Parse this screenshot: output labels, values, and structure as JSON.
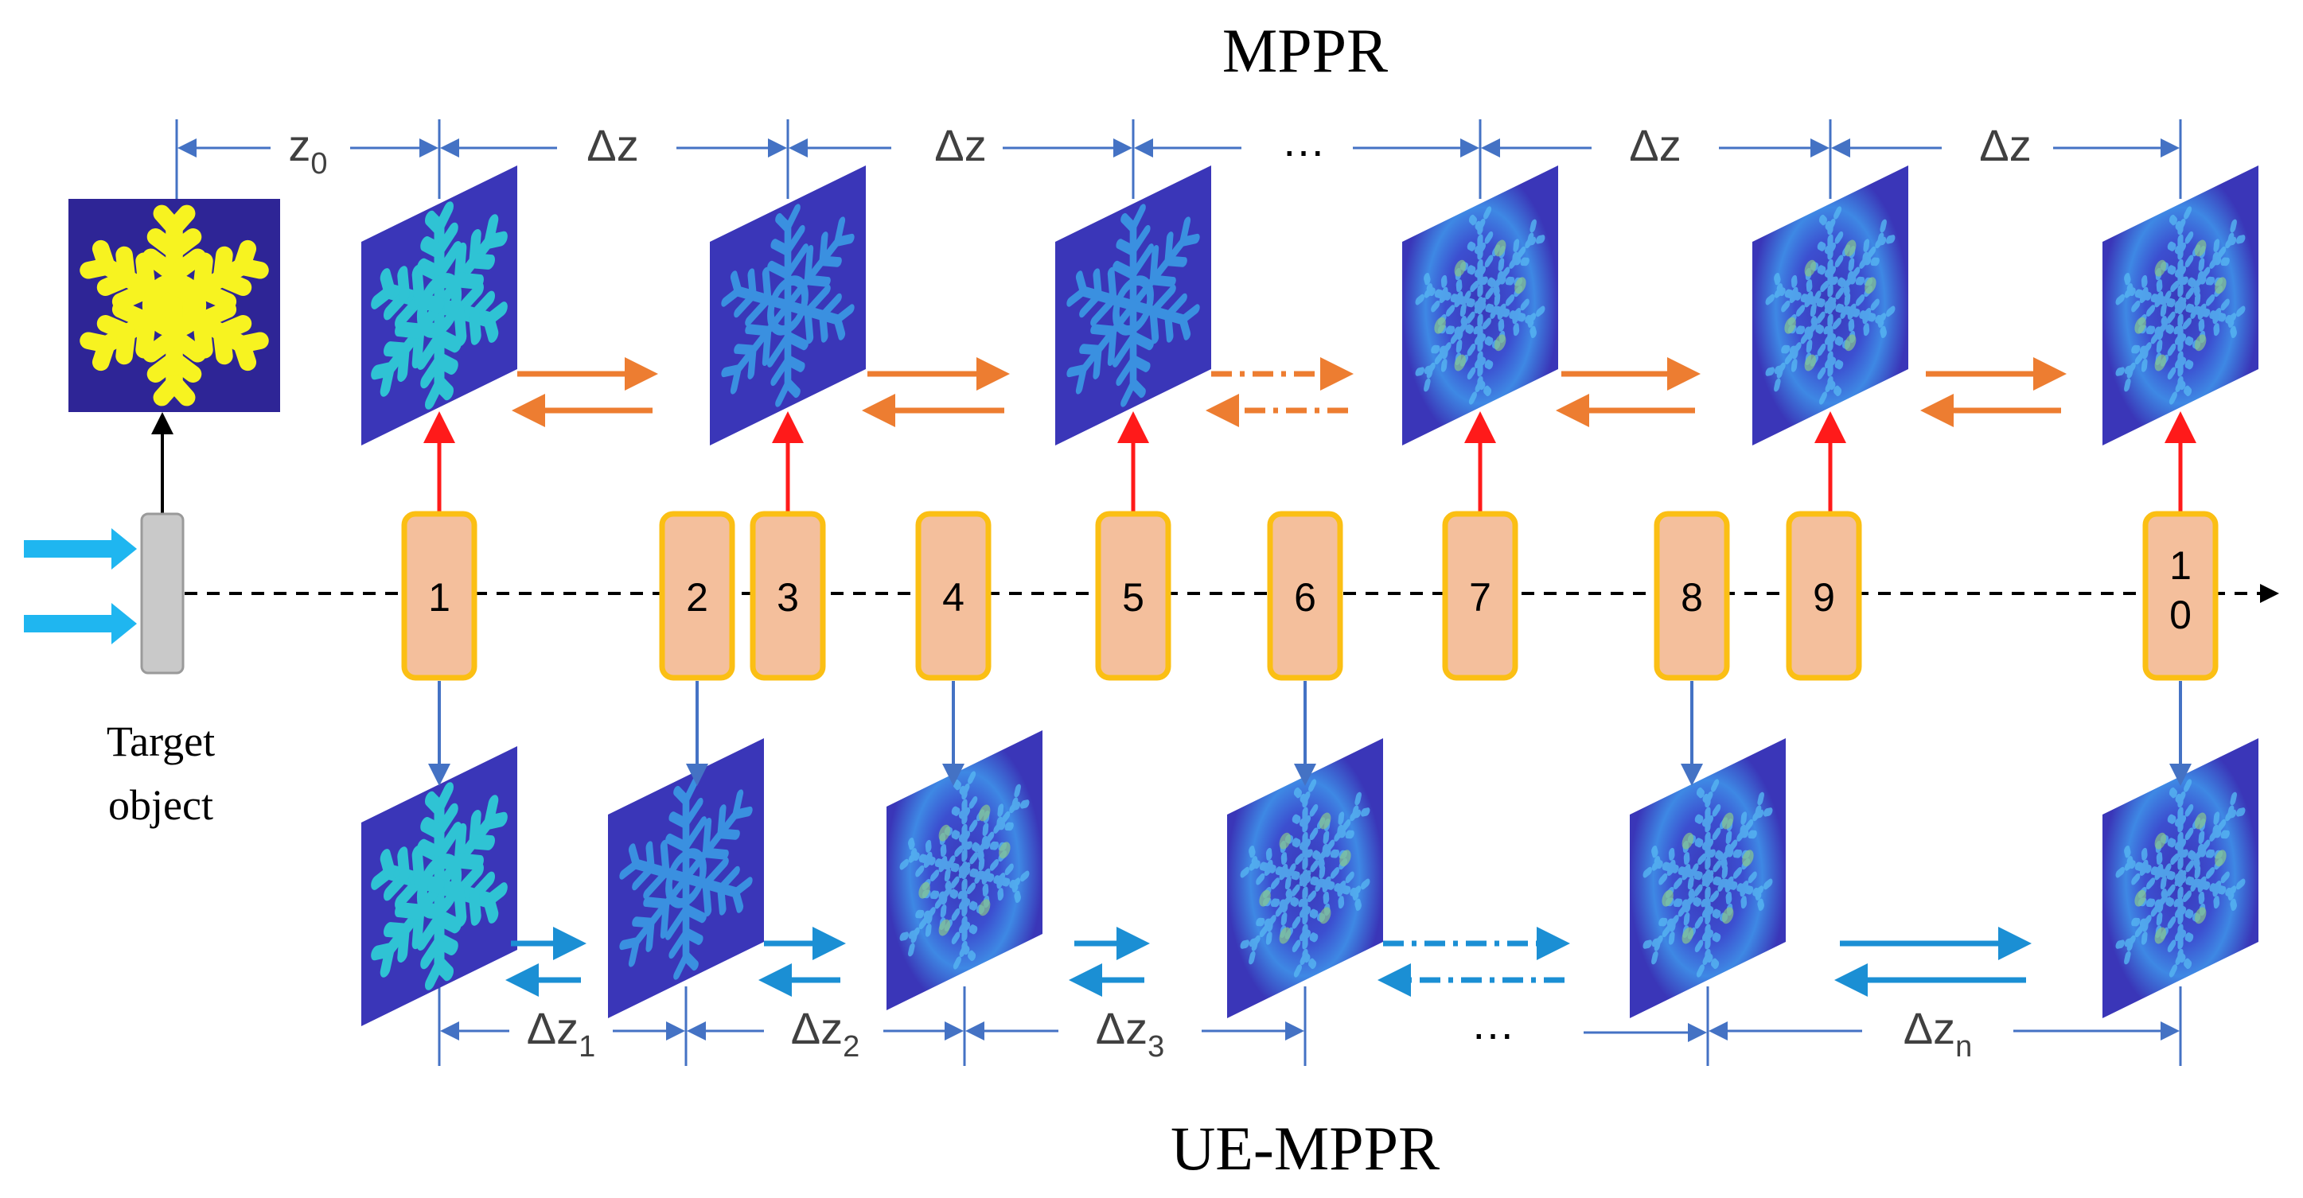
{
  "titles": {
    "top": "MPPR",
    "bottom": "UE-MPPR"
  },
  "target_label": [
    "Target",
    "object"
  ],
  "top_dims": [
    {
      "main": "z",
      "sub": "0"
    },
    {
      "main": "Δz",
      "sub": ""
    },
    {
      "main": "Δz",
      "sub": ""
    },
    {
      "main": "…",
      "sub": ""
    },
    {
      "main": "Δz",
      "sub": ""
    },
    {
      "main": "Δz",
      "sub": ""
    }
  ],
  "bottom_dims": [
    {
      "main": "Δz",
      "sub": "1"
    },
    {
      "main": "Δz",
      "sub": "2"
    },
    {
      "main": "Δz",
      "sub": "3"
    },
    {
      "main": "…",
      "sub": ""
    },
    {
      "main": "Δz",
      "sub": "n"
    }
  ],
  "boxes": [
    {
      "lines": [
        "1"
      ]
    },
    {
      "lines": [
        "2"
      ]
    },
    {
      "lines": [
        "3"
      ]
    },
    {
      "lines": [
        "4"
      ]
    },
    {
      "lines": [
        "5"
      ]
    },
    {
      "lines": [
        "6"
      ]
    },
    {
      "lines": [
        "7"
      ]
    },
    {
      "lines": [
        "8"
      ]
    },
    {
      "lines": [
        "9"
      ]
    },
    {
      "lines": [
        "1",
        "0"
      ]
    }
  ],
  "colors": {
    "box_fill": "#f4bf9c",
    "box_stroke": "#fbbf14",
    "panel_bg": "#3a36b8",
    "target_bg": "#2e2596",
    "snowflake_target": "#f7f320",
    "snowflake_panel": "#2fc3d4",
    "red_arrow": "#ff1a1a",
    "blue_arrow": "#4472c4",
    "orange_arrow": "#ed7d31",
    "cyan_arrow": "#1b8fd4",
    "light_blue": "#1fb6f0",
    "dim_line": "#4472c4"
  }
}
